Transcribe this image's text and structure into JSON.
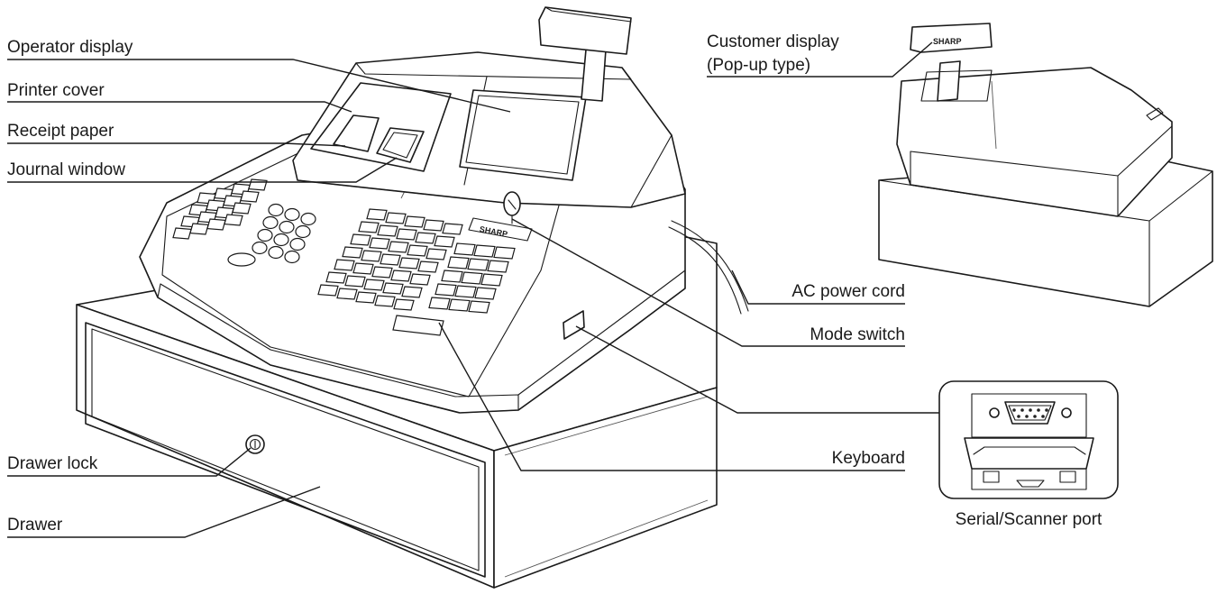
{
  "labels": {
    "operator_display": "Operator display",
    "printer_cover": "Printer cover",
    "receipt_paper": "Receipt paper",
    "journal_window": "Journal window",
    "customer_display_line1": "Customer display",
    "customer_display_line2": "(Pop-up type)",
    "ac_power_cord": "AC power cord",
    "mode_switch": "Mode switch",
    "keyboard": "Keyboard",
    "serial_scanner_port": "Serial/Scanner port",
    "drawer_lock": "Drawer lock",
    "drawer": "Drawer"
  },
  "brand": {
    "main": "SHARP",
    "inset": "SHARP"
  }
}
